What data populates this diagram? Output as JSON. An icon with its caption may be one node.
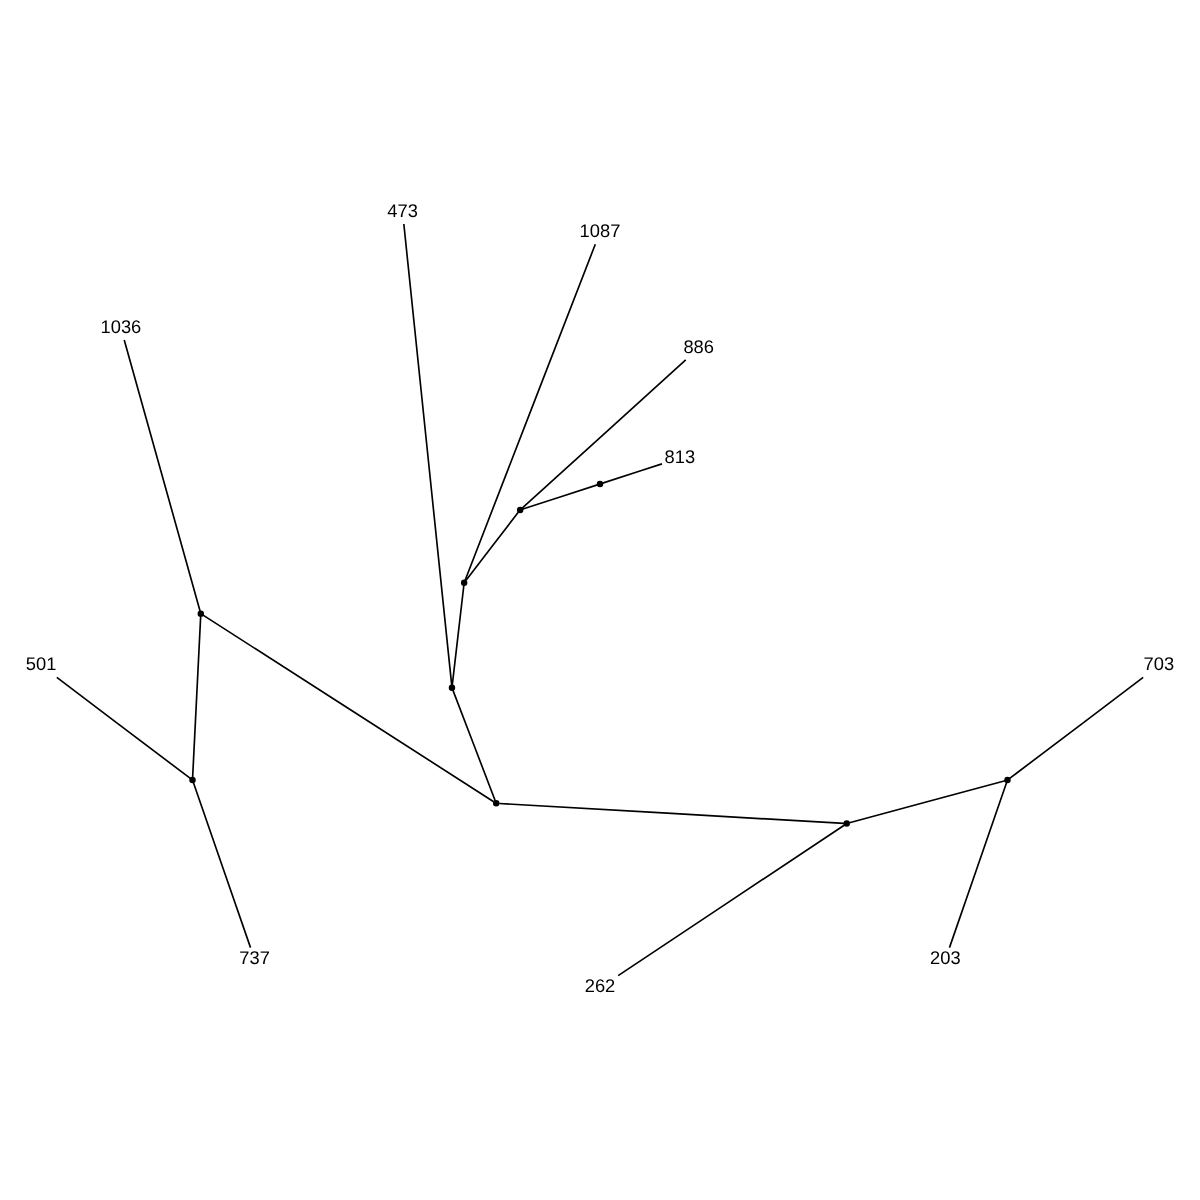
{
  "diagram": {
    "nodes": [
      {
        "text": [
          "1087"
        ]
      },
      {
        "text": [
          "886"
        ]
      },
      {
        "text": [
          "473"
        ]
      },
      {
        "text": [
          "813"
        ]
      },
      {
        "text": [
          "1036"
        ]
      },
      {
        "text": [
          "203"
        ]
      },
      {
        "text": [
          "501"
        ]
      },
      {
        "text": [
          "703"
        ]
      },
      {
        "text": [
          "737"
        ]
      },
      {
        "text": [
          "262"
        ]
      },
      {
        "text": [],
        "shape": "point"
      },
      {
        "text": [],
        "shape": "point"
      },
      {
        "text": [],
        "shape": "point"
      },
      {
        "text": [],
        "shape": "point"
      },
      {
        "text": [],
        "shape": "point"
      },
      {
        "text": [],
        "shape": "point"
      },
      {
        "text": [],
        "shape": "point"
      },
      {
        "text": [],
        "shape": "point"
      },
      {
        "text": [],
        "shape": "point"
      }
    ],
    "edges": [
      {
        "from": 10,
        "to": 3,
        "arrow": "none"
      },
      {
        "from": 10,
        "to": 11,
        "arrow": "none"
      },
      {
        "from": 11,
        "to": 1,
        "arrow": "none"
      },
      {
        "from": 11,
        "to": 12,
        "arrow": "none"
      },
      {
        "from": 12,
        "to": 0,
        "arrow": "none"
      },
      {
        "from": 12,
        "to": 13,
        "arrow": "none"
      },
      {
        "from": 13,
        "to": 2,
        "arrow": "none"
      },
      {
        "from": 13,
        "to": 14,
        "arrow": "none"
      },
      {
        "from": 14,
        "to": 15,
        "arrow": "none"
      },
      {
        "from": 14,
        "to": 17,
        "arrow": "none"
      },
      {
        "from": 15,
        "to": 4,
        "arrow": "none"
      },
      {
        "from": 15,
        "to": 16,
        "arrow": "none"
      },
      {
        "from": 16,
        "to": 6,
        "arrow": "none"
      },
      {
        "from": 16,
        "to": 8,
        "arrow": "none"
      },
      {
        "from": 17,
        "to": 18,
        "arrow": "none"
      },
      {
        "from": 17,
        "to": 9,
        "arrow": "none"
      },
      {
        "from": 18,
        "to": 5,
        "arrow": "none"
      },
      {
        "from": 18,
        "to": 7,
        "arrow": "none"
      }
    ]
  }
}
